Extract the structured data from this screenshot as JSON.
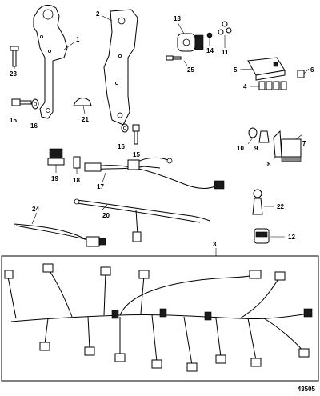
{
  "callouts": [
    {
      "id": "c1",
      "text": "1"
    },
    {
      "id": "c2",
      "text": "2"
    },
    {
      "id": "c3",
      "text": "3"
    },
    {
      "id": "c4",
      "text": "4"
    },
    {
      "id": "c5",
      "text": "5"
    },
    {
      "id": "c6",
      "text": "6"
    },
    {
      "id": "c7",
      "text": "7"
    },
    {
      "id": "c8",
      "text": "8"
    },
    {
      "id": "c9",
      "text": "9"
    },
    {
      "id": "c10",
      "text": "10"
    },
    {
      "id": "c11",
      "text": "11"
    },
    {
      "id": "c12",
      "text": "12"
    },
    {
      "id": "c13",
      "text": "13"
    },
    {
      "id": "c14",
      "text": "14"
    },
    {
      "id": "c15a",
      "text": "15"
    },
    {
      "id": "c15b",
      "text": "15"
    },
    {
      "id": "c16a",
      "text": "16"
    },
    {
      "id": "c16b",
      "text": "16"
    },
    {
      "id": "c17",
      "text": "17"
    },
    {
      "id": "c18",
      "text": "18"
    },
    {
      "id": "c19",
      "text": "19"
    },
    {
      "id": "c20",
      "text": "20"
    },
    {
      "id": "c21",
      "text": "21"
    },
    {
      "id": "c22",
      "text": "22"
    },
    {
      "id": "c23",
      "text": "23"
    },
    {
      "id": "c24",
      "text": "24"
    },
    {
      "id": "c25",
      "text": "25"
    }
  ],
  "figure_number": "43505"
}
